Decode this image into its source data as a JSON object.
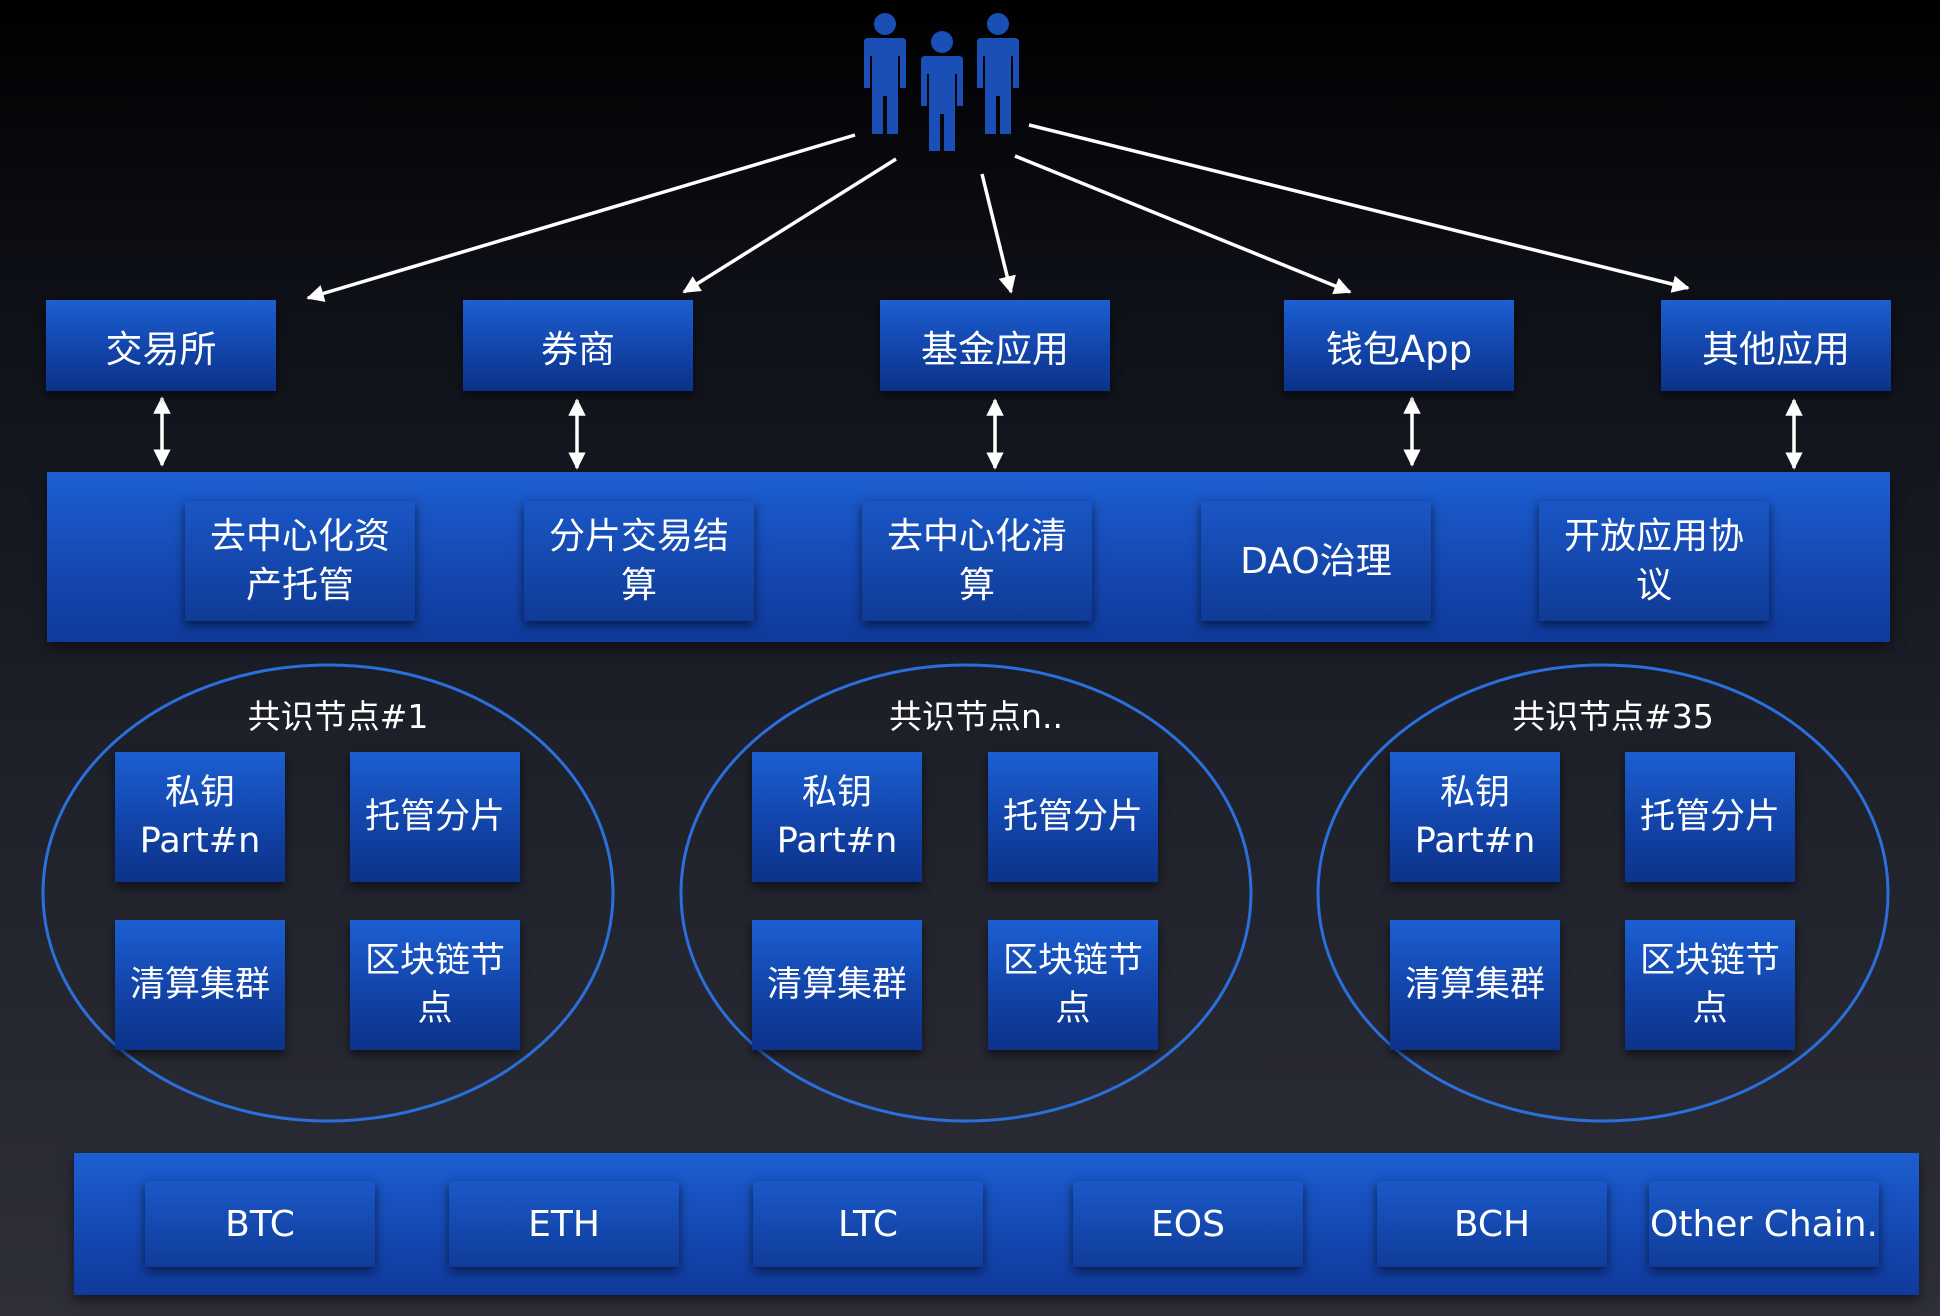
{
  "apps": [
    "交易所",
    "券商",
    "基金应用",
    "钱包App",
    "其他应用"
  ],
  "services": [
    "去中心化资产托管",
    "分片交易结算",
    "去中心化清算",
    "DAO治理",
    "开放应用协议"
  ],
  "nodes": [
    {
      "title": "共识节点#1",
      "private_key": "私钥Part#n",
      "custody_shard": "托管分片",
      "clearing_cluster": "清算集群",
      "blockchain_node": "区块链节点"
    },
    {
      "title": "共识节点n..",
      "private_key": "私钥Part#n",
      "custody_shard": "托管分片",
      "clearing_cluster": "清算集群",
      "blockchain_node": "区块链节点"
    },
    {
      "title": "共识节点#35",
      "private_key": "私钥Part#n",
      "custody_shard": "托管分片",
      "clearing_cluster": "清算集群",
      "blockchain_node": "区块链节点"
    }
  ],
  "chains": [
    "BTC",
    "ETH",
    "LTC",
    "EOS",
    "BCH",
    "Other Chain."
  ],
  "colors": {
    "box_blue": "#1550bd",
    "ellipse_blue": "#2a6fdc",
    "user_icon_blue": "#1a4fb5",
    "arrow": "#ffffff"
  }
}
